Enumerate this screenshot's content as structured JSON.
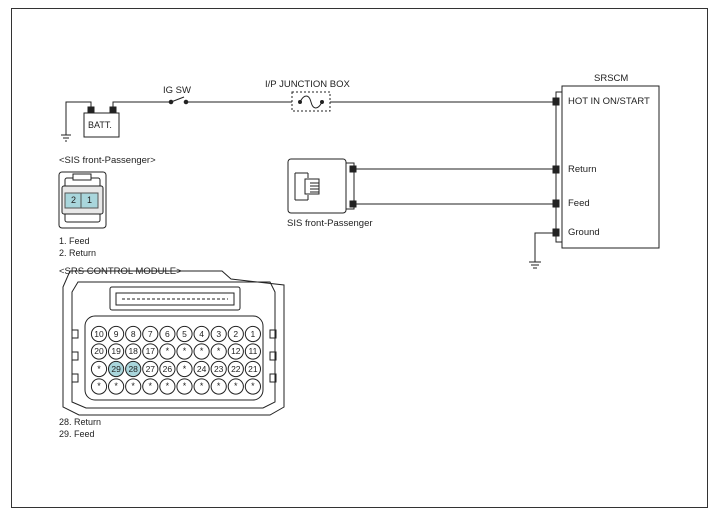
{
  "labels": {
    "ig_sw": "IG SW",
    "junction_box": "I/P JUNCTION BOX",
    "batt": "BATT.",
    "srscm": "SRSCM",
    "sis_component": "SIS front-Passenger",
    "sis_connector_title": "<SIS front-Passenger>",
    "srs_module_title": "<SRS CONTROL MODULE>"
  },
  "srscm_terminals": [
    "HOT IN ON/START",
    "Return",
    "Feed",
    "Ground"
  ],
  "sis_connector": {
    "pins": [
      "2",
      "1"
    ],
    "legend": [
      "1. Feed",
      "2. Return"
    ]
  },
  "srs_module": {
    "rows": [
      [
        "10",
        "9",
        "8",
        "7",
        "6",
        "5",
        "4",
        "3",
        "2",
        "1"
      ],
      [
        "20",
        "19",
        "18",
        "17",
        "*",
        "*",
        "*",
        "*",
        "12",
        "11"
      ],
      [
        "*",
        "29",
        "28",
        "27",
        "26",
        "*",
        "24",
        "23",
        "22",
        "21"
      ],
      [
        "*",
        "*",
        "*",
        "*",
        "*",
        "*",
        "*",
        "*",
        "*",
        "*"
      ]
    ],
    "highlighted": [
      "28",
      "29"
    ],
    "legend": [
      "28. Return",
      "29. Feed"
    ]
  },
  "colors": {
    "line": "#222222",
    "highlight": "#a9d6dc"
  }
}
